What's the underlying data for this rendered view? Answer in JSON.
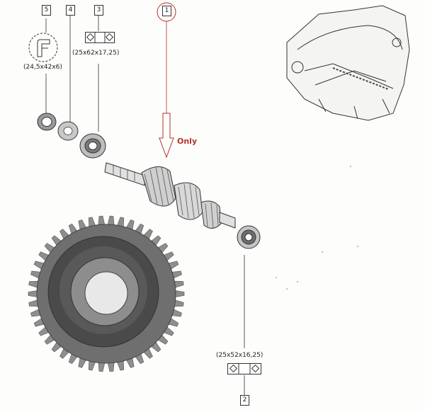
{
  "callouts": {
    "c1": "1",
    "c2": "2",
    "c3": "3",
    "c4": "4",
    "c5": "5"
  },
  "dimensions": {
    "seal": "(24,5x42x6)",
    "front_bearing": "(25x62x17,25)",
    "rear_bearing": "(25x52x16,25)"
  },
  "annotation": {
    "only": "Only"
  },
  "colors": {
    "highlight": "#b5322a",
    "line": "#333333"
  }
}
